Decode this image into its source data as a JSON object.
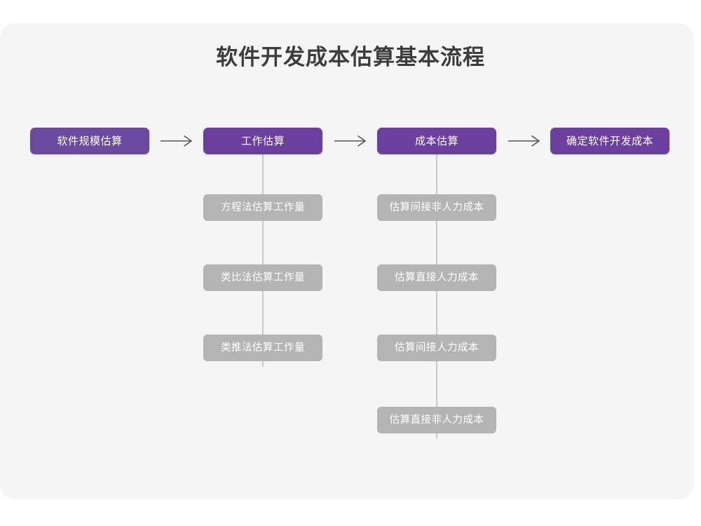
{
  "diagram": {
    "title": "软件开发成本估算基本流程",
    "type": "flowchart",
    "colors": {
      "card_background": "#f5f5f5",
      "page_background": "#ffffff",
      "primary_node": "#6b3f9e",
      "primary_node_soft": "#6a4a9e",
      "sub_node": "#b4b4b4",
      "connector": "#c9c9c9",
      "arrow": "#555555",
      "title_text": "#3c3c3c",
      "node_text": "#ffffff"
    },
    "main_steps": [
      {
        "id": "step-1",
        "label": "软件规模估算"
      },
      {
        "id": "step-2",
        "label": "工作估算"
      },
      {
        "id": "step-3",
        "label": "成本估算"
      },
      {
        "id": "step-4",
        "label": "确定软件开发成本"
      }
    ],
    "arrows": [
      {
        "id": "arrow-1",
        "from": "step-1",
        "to": "step-2",
        "glyph": "→"
      },
      {
        "id": "arrow-2",
        "from": "step-2",
        "to": "step-3",
        "glyph": "→"
      },
      {
        "id": "arrow-3",
        "from": "step-3",
        "to": "step-4",
        "glyph": "→"
      }
    ],
    "sub_steps": {
      "step-2": [
        {
          "id": "work-1",
          "label": "方程法估算工作量"
        },
        {
          "id": "work-2",
          "label": "类比法估算工作量"
        },
        {
          "id": "work-3",
          "label": "类推法估算工作量"
        }
      ],
      "step-3": [
        {
          "id": "cost-1",
          "label": "估算间接非人力成本"
        },
        {
          "id": "cost-2",
          "label": "估算直接人力成本"
        },
        {
          "id": "cost-3",
          "label": "估算间接人力成本"
        },
        {
          "id": "cost-4",
          "label": "估算直接非人力成本"
        }
      ]
    }
  }
}
